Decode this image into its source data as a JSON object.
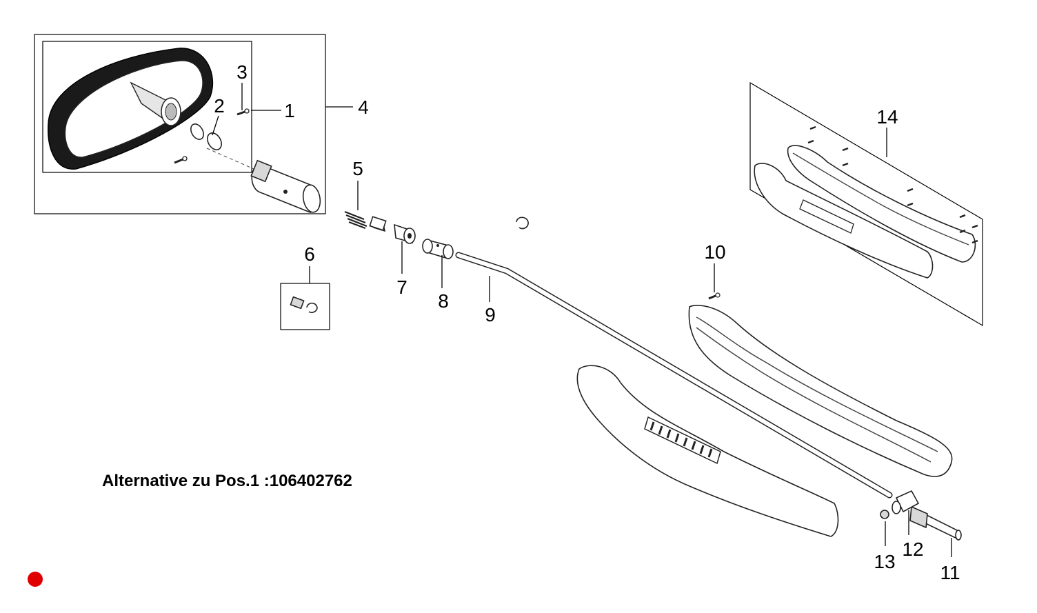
{
  "note": "Alternative zu Pos.1 :106402762",
  "labels": {
    "p1": "1",
    "p2": "2",
    "p3": "3",
    "p4": "4",
    "p5": "5",
    "p6": "6",
    "p7": "7",
    "p8": "8",
    "p9": "9",
    "p10": "10",
    "p11": "11",
    "p12": "12",
    "p13": "13",
    "p14": "14"
  },
  "colors": {
    "status_dot": "#e00000",
    "ink": "#000000"
  },
  "icons": {
    "status": "red-dot-icon"
  }
}
